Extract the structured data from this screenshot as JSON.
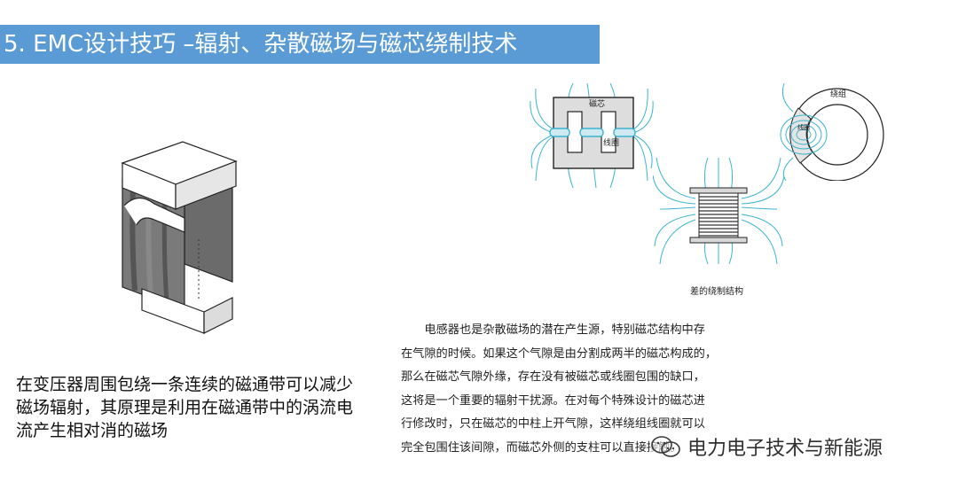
{
  "title": "5. EMC设计技巧 –辐射、杂散磁场与磁芯绕制技术",
  "left_caption": "在变压器周围包绕一条连续的磁通带可以减少磁场辐射，其原理是利用在磁通带中的涡流电流产生相对消的磁场",
  "diagram": {
    "core_label": "磁芯",
    "coil_label": "线圈",
    "winding_label": "绕组",
    "toroid_coil_label": "线圈",
    "caption": "差的绕制结构"
  },
  "paragraph": {
    "line1": "电感器也是杂散磁场的潜在产生源，特别磁芯结构中存",
    "line2": "在气隙的时候。如果这个气隙是由分割成两半的磁芯构成的，",
    "line3": "那么在磁芯气隙外缘，存在没有被磁芯或线圈包围的缺口，",
    "line4": "这将是一个重要的辐射干扰源。在对每个特殊设计的磁芯进",
    "line5": "行修改时，只在磁芯的中柱上开气隙，这样绕组线圈就可以",
    "line6": "完全包围住该间隙，而磁芯外侧的支柱可以直接接触。"
  },
  "watermark": {
    "text": "电力电子技术与新能源",
    "icon": "wechat-icon"
  },
  "colors": {
    "title_bg": "#5b9bd5",
    "field_lines": "#3cb4d0"
  }
}
